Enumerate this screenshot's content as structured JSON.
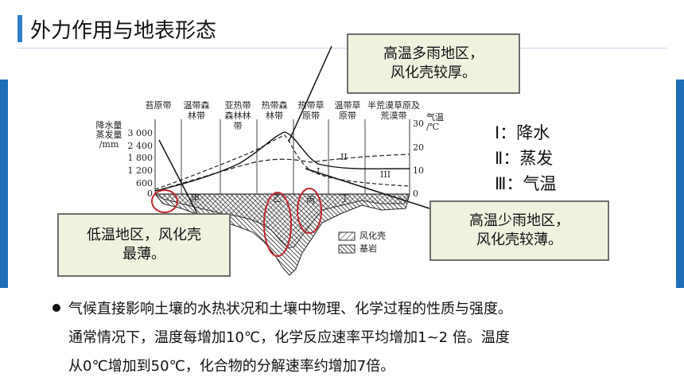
{
  "page": {
    "title": "外力作用与地表形态",
    "accent_color": "#1e6fb8"
  },
  "diagram": {
    "zones": [
      {
        "id": "z1",
        "text": "苔原带"
      },
      {
        "id": "z2",
        "text": "温带森林带"
      },
      {
        "id": "z3",
        "text": "亚热带森林林带"
      },
      {
        "id": "z4",
        "text": "热带森林带"
      },
      {
        "id": "z5",
        "text": "热带草原带"
      },
      {
        "id": "z6",
        "text": "温带草原带"
      },
      {
        "id": "z7",
        "text": "半荒漠草原及荒漠带"
      }
    ],
    "left_axis": {
      "label": "降水量\n蒸发量\n/mm",
      "ticks": [
        "3 000",
        "2 400",
        "1 800",
        "1 200",
        "600",
        "0"
      ]
    },
    "right_axis": {
      "label": "气温\n/℃",
      "ticks": [
        "30",
        "20",
        "10",
        "0"
      ]
    },
    "curve_labels": [
      "I",
      "II",
      "III"
    ],
    "region_labels": [
      "甲",
      "乙",
      "丙",
      "丁"
    ],
    "legend": {
      "weathered_crust": "风化壳",
      "bedrock": "基岩"
    }
  },
  "legend_roman": [
    "Ⅰ：降水",
    "Ⅱ：蒸发",
    "Ⅲ：气温"
  ],
  "callouts": {
    "top": [
      "高温多雨地区，",
      "风化壳较厚。"
    ],
    "left": [
      "低温地区，风化壳",
      "最薄。"
    ],
    "right": [
      "高温少雨地区，",
      "风化壳较薄。"
    ]
  },
  "paragraph": [
    "气候直接影响土壤的水热状况和土壤中物理、化学过程的性质与强度。",
    "通常情况下，温度每增加10℃，化学反应速率平均增加1~2 倍。温度",
    "从0℃增加到50℃，化合物的分解速率约增加7倍。"
  ]
}
